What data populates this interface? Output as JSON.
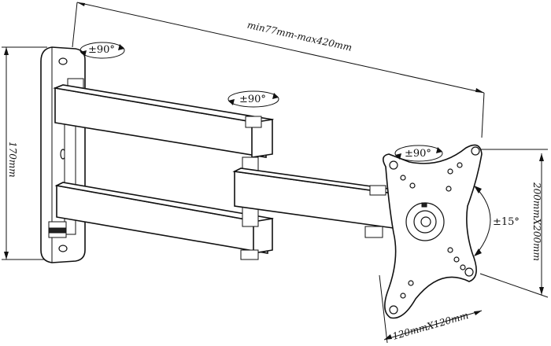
{
  "dimensions": {
    "arm_length": "min77mm-max420mm",
    "height": "170mm",
    "vesa_vertical": "200mmX200mm",
    "vesa_horizontal": "120mmX120mm"
  },
  "rotations": {
    "wall_plate": "±90°",
    "middle_joint": "±90°",
    "head": "±90°",
    "tilt": "±15°"
  },
  "colors": {
    "line": "#111111",
    "background": "#ffffff"
  }
}
